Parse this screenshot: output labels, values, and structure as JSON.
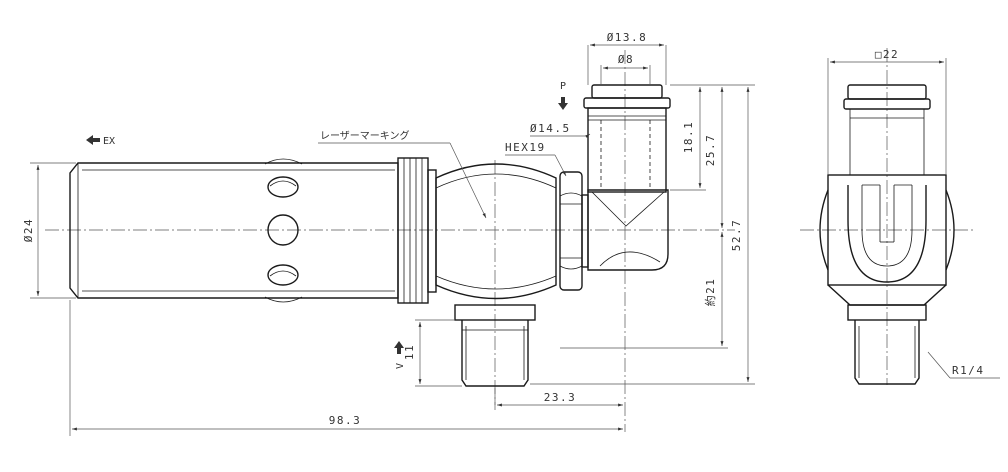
{
  "labels": {
    "d_13_8": "Ø13.8",
    "d_8": "Ø8",
    "d_14_5": "Ø14.5",
    "hex19": "HEX19",
    "dim_18_1": "18.1",
    "dim_25_7": "25.7",
    "dim_52_7": "52.7",
    "dim_21": "約21",
    "dim_11": "11",
    "d_24": "Ø24",
    "dim_23_3": "23.3",
    "dim_98_3": "98.3",
    "sq_22": "□22",
    "thread": "R1/4",
    "laser_marking": "レーザーマーキング",
    "port_p": "P",
    "port_ex": "EX",
    "port_v": "V"
  }
}
